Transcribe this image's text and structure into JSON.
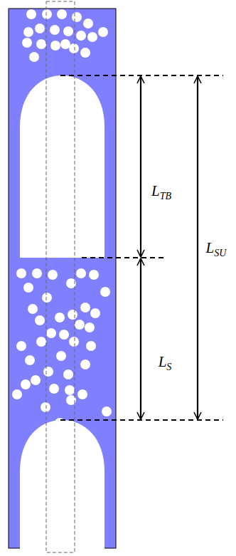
{
  "diagram": {
    "labels": [
      "LTB",
      "LSU",
      "LS"
    ]
  }
}
